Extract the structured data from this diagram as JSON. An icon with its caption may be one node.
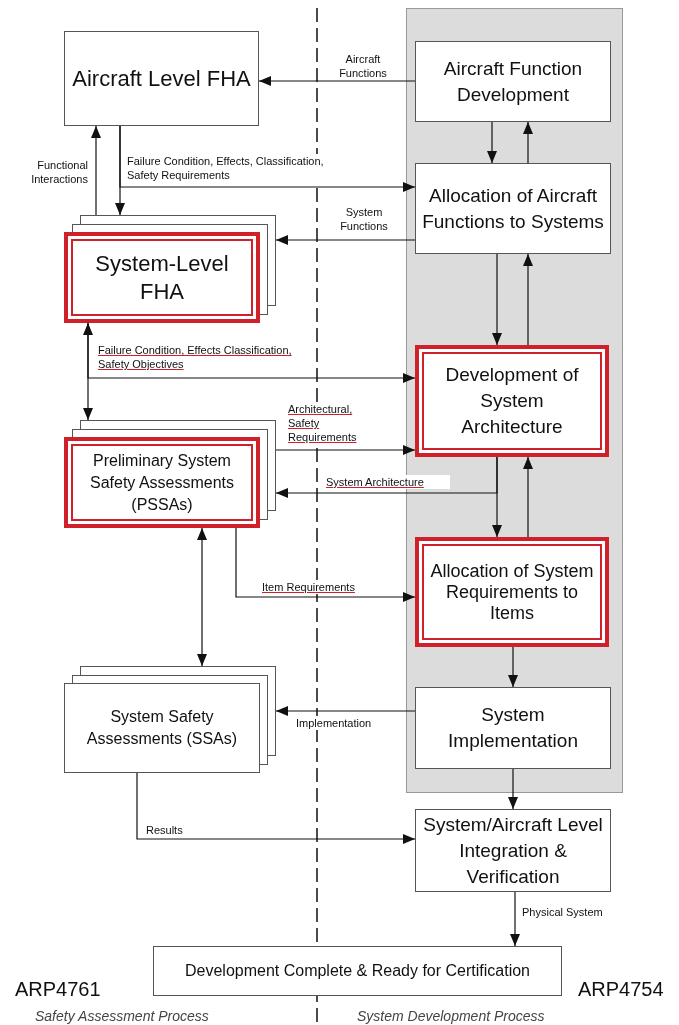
{
  "diagram": {
    "nodes": [
      {
        "text": [
          "Aircraft Level FHA"
        ]
      },
      {
        "text": [
          "Aircraft Function Development"
        ]
      },
      {
        "text": [
          "Allocation of Aircraft Functions to Systems"
        ]
      },
      {
        "text": [
          "System-Level FHA"
        ]
      },
      {
        "text": [
          "Development of System Architecture"
        ]
      },
      {
        "text": [
          "Preliminary System Safety Assessments (PSSAs)"
        ]
      },
      {
        "text": [
          "Allocation of System Requirements to Items"
        ]
      },
      {
        "text": [
          "System Safety Assessments (SSAs)"
        ]
      },
      {
        "text": [
          "System Implementation"
        ]
      },
      {
        "text": [
          "System/Aircraft Level Integration & Verification"
        ]
      },
      {
        "text": [
          "Development Complete & Ready for Certification"
        ]
      }
    ],
    "edges": [
      {
        "from": 1,
        "to": 0,
        "arrow": "to",
        "label": "Aircraft Functions"
      },
      {
        "from": 1,
        "to": 2,
        "arrow": "to"
      },
      {
        "from": 2,
        "to": 1,
        "arrow": "to"
      },
      {
        "from": 0,
        "to": 3,
        "arrow": "to"
      },
      {
        "from": 0,
        "to": 2,
        "arrow": "to",
        "label": "Failure Condition, Effects, Classification, Safety Requirements"
      },
      {
        "from": 3,
        "to": 0,
        "arrow": "to",
        "label": "Functional Interactions"
      },
      {
        "from": 2,
        "to": 3,
        "arrow": "to",
        "label": "System Functions"
      },
      {
        "from": 2,
        "to": 4,
        "arrow": "to"
      },
      {
        "from": 4,
        "to": 2,
        "arrow": "to"
      },
      {
        "from": 3,
        "to": 5,
        "arrow": "both"
      },
      {
        "from": 3,
        "to": 4,
        "arrow": "to",
        "label": "Failure Condition, Effects Classification, Safety Objectives"
      },
      {
        "from": 5,
        "to": 4,
        "arrow": "to",
        "label": "Architectural, Safety Requirements"
      },
      {
        "from": 4,
        "to": 5,
        "arrow": "to",
        "label": "System Architecture"
      },
      {
        "from": 4,
        "to": 6,
        "arrow": "to"
      },
      {
        "from": 6,
        "to": 4,
        "arrow": "to"
      },
      {
        "from": 5,
        "to": 7,
        "arrow": "both"
      },
      {
        "from": 5,
        "to": 6,
        "arrow": "to",
        "label": "Item Requirements"
      },
      {
        "from": 6,
        "to": 8,
        "arrow": "to"
      },
      {
        "from": 8,
        "to": 7,
        "arrow": "to",
        "label": "Implementation"
      },
      {
        "from": 8,
        "to": 9,
        "arrow": "to"
      },
      {
        "from": 7,
        "to": 9,
        "arrow": "to",
        "label": "Results"
      },
      {
        "from": 9,
        "to": 10,
        "arrow": "to",
        "label": "Physical System"
      }
    ],
    "labels": [
      "ARP4761",
      "ARP4754",
      "Safety Assessment Process",
      "System Development Process"
    ]
  }
}
